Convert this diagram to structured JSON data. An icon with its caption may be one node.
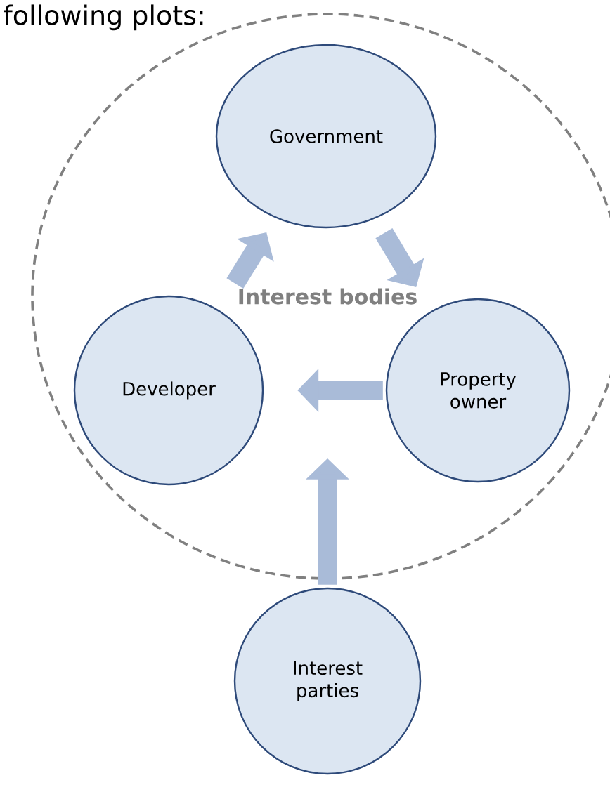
{
  "diagram": {
    "nodes": [
      {
        "text": [
          "Interest bodies"
        ]
      },
      {
        "text": [
          "Government"
        ],
        "in": 0
      },
      {
        "text": [
          "Developer"
        ],
        "in": 0
      },
      {
        "text": [
          "Property owner"
        ],
        "in": 0
      },
      {
        "text": [
          "Interest parties"
        ]
      }
    ],
    "edges": [
      {
        "from": 2,
        "to": 1,
        "arrow": "to"
      },
      {
        "from": 1,
        "to": 3,
        "arrow": "to"
      },
      {
        "from": 3,
        "to": 2,
        "arrow": "to"
      },
      {
        "from": 4,
        "to": null,
        "arrow": "to"
      }
    ],
    "labels": [
      "following plots:"
    ]
  }
}
